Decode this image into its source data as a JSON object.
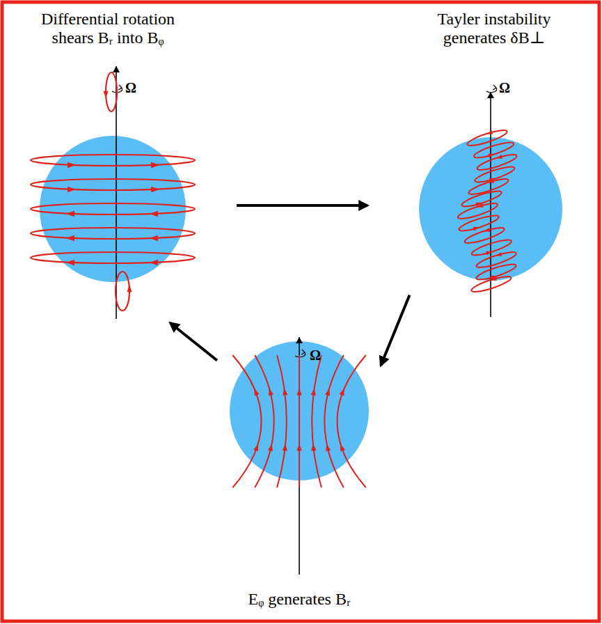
{
  "diagram": {
    "nodes": [
      {
        "text": [
          "Differential rotation shears Bᵣ into Bᵩ"
        ]
      },
      {
        "text": [
          "Tayler instability generates δB⊥"
        ]
      },
      {
        "text": [
          "Eᵩ generates Bᵣ"
        ]
      }
    ],
    "edges": [
      {
        "from": 0,
        "to": 1,
        "arrow": "to"
      },
      {
        "from": 1,
        "to": 2,
        "arrow": "to"
      },
      {
        "from": 2,
        "to": 0,
        "arrow": "to"
      }
    ],
    "labels": [
      "Ω",
      "Ω",
      "Ω"
    ]
  }
}
